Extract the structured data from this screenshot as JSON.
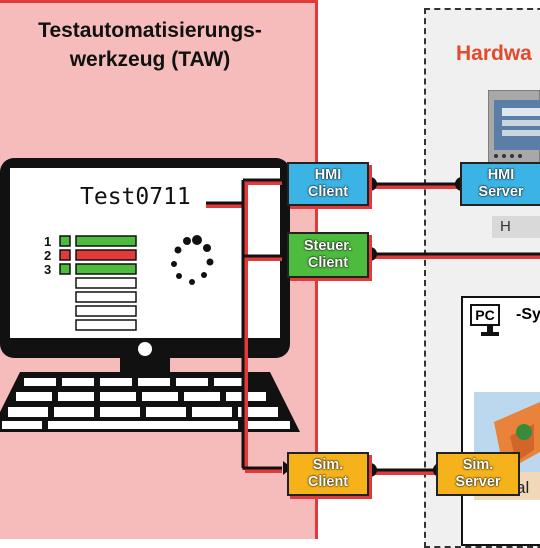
{
  "taw": {
    "title_line1": "Testautomatisierungs-",
    "title_line2": "werkzeug (TAW)"
  },
  "monitor": {
    "test_name": "Test0711",
    "list_numbers": [
      "1",
      "2",
      "3"
    ]
  },
  "hardware": {
    "title": "Hardwa",
    "h_label": "H"
  },
  "clients": {
    "hmi_client": [
      "HMI",
      "Client"
    ],
    "steuer_client": [
      "Steuer.",
      "Client"
    ],
    "sim_client": [
      "Sim.",
      "Client"
    ]
  },
  "servers": {
    "hmi_server": [
      "HMI",
      "Server"
    ],
    "sim_server": [
      "Sim.",
      "Server"
    ]
  },
  "pc_system": {
    "pc_label": "PC",
    "sys_label": "-Sy",
    "al_label": "al"
  },
  "colors": {
    "accent_red": "#e23a3a",
    "client_blue": "#3bb3e4",
    "client_green": "#4dbb3d",
    "client_orange": "#f6b21a",
    "hw_title": "#e24a2b"
  }
}
